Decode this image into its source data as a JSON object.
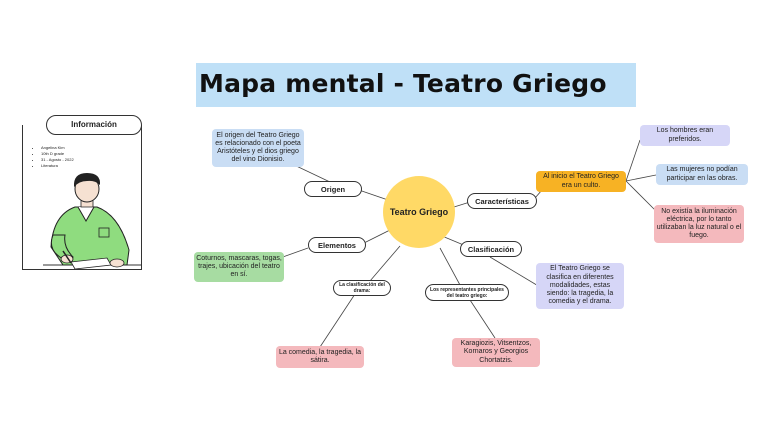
{
  "title": "Mapa mental - Teatro Griego",
  "info": {
    "header": "Información",
    "items": [
      "Angelina Kim",
      "10th D grade",
      "31 - Agosto - 2022",
      "Literatura"
    ]
  },
  "center": "Teatro Griego",
  "branches": {
    "origen": "Origen",
    "elementos": "Elementos",
    "caracteristicas": "Características",
    "clasificacion": "Clasificación",
    "clasificacion_drama": "La clasificación del drama:",
    "representantes": "Los representantes principales del teatro griego:"
  },
  "notes": {
    "origen": "El origen del Teatro Griego es relacionado con el poeta Aristóteles y el dios griego del vino Dionisio.",
    "elementos": "Coturnos, mascaras, togas, trajes, ubicación del teatro en sí.",
    "culto": "Al inicio el Teatro Griego era un culto.",
    "hombres": "Los hombres eran preferidos.",
    "mujeres": "Las mujeres no podían participar en las obras.",
    "iluminacion": "No existía la iluminación eléctrica, por lo tanto utilizaban la luz natural o el fuego.",
    "clasificacion": "El Teatro Griego se clasifica en diferentes modalidades, estas siendo: la tragedia, la comedia y el drama.",
    "drama": "La comedia, la tragedia, la sátira.",
    "representantes": "Karagiozis, Vitsentzos, Kornaros y Georgios Chortatzis."
  }
}
